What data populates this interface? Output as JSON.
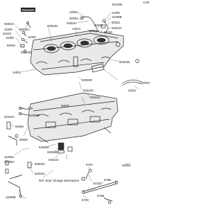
{
  "header": {
    "logo_text": "Kawasaki",
    "page_ref": "CAB"
  },
  "labels": {
    "l_12053": "12053",
    "l_92033": "92033",
    "l_92003a": "92003A",
    "l_11009_tl": "11009",
    "l_92002a": "92002A",
    "l_92022a": "92022A",
    "l_32103": "32103",
    "l_11008": "11008",
    "l_92045": "92045",
    "l_92022d": "92022D",
    "l_14013": "14013",
    "l_92002b": "92002B",
    "l_32103b": "32103B",
    "l_11009_tr": "11009",
    "l_11008b": "11008B",
    "l_92022": "92022",
    "l_92043a": "92043A",
    "l_92150": "92150",
    "l_92009": "92009",
    "l_92022b": "92022B",
    "l_92043": "92043",
    "l_14001": "14001",
    "l_92043b": "92043B",
    "l_92002d": "92002D",
    "l_14012": "14012",
    "l_92043c": "92043C",
    "l_92043a2": "92043A",
    "l_670": "670",
    "l_32162a": "32162A",
    "l_92076": "92076",
    "l_92009b": "92009B",
    "l_11009_bl": "11009",
    "l_92055": "92055",
    "l_92066a": "92066A",
    "l_11009a": "11009A",
    "l_32103a": "32103A",
    "l_92003c": "92003C",
    "l_92022c": "92022C",
    "l_92066b": "92066B",
    "l_ref_gear": "Ref. Gear Change Mechanism",
    "l_92055b": "92055",
    "l_92002c": "92002C",
    "l_11009b": "11009B",
    "l_670a": "670A",
    "l_670b": "670B",
    "l_670c": "670C",
    "l_670d": "670D",
    "l_32103c": "32103"
  },
  "colors": {
    "ink": "#222222",
    "paper": "#ffffff",
    "shade": "#e9e9e9"
  }
}
